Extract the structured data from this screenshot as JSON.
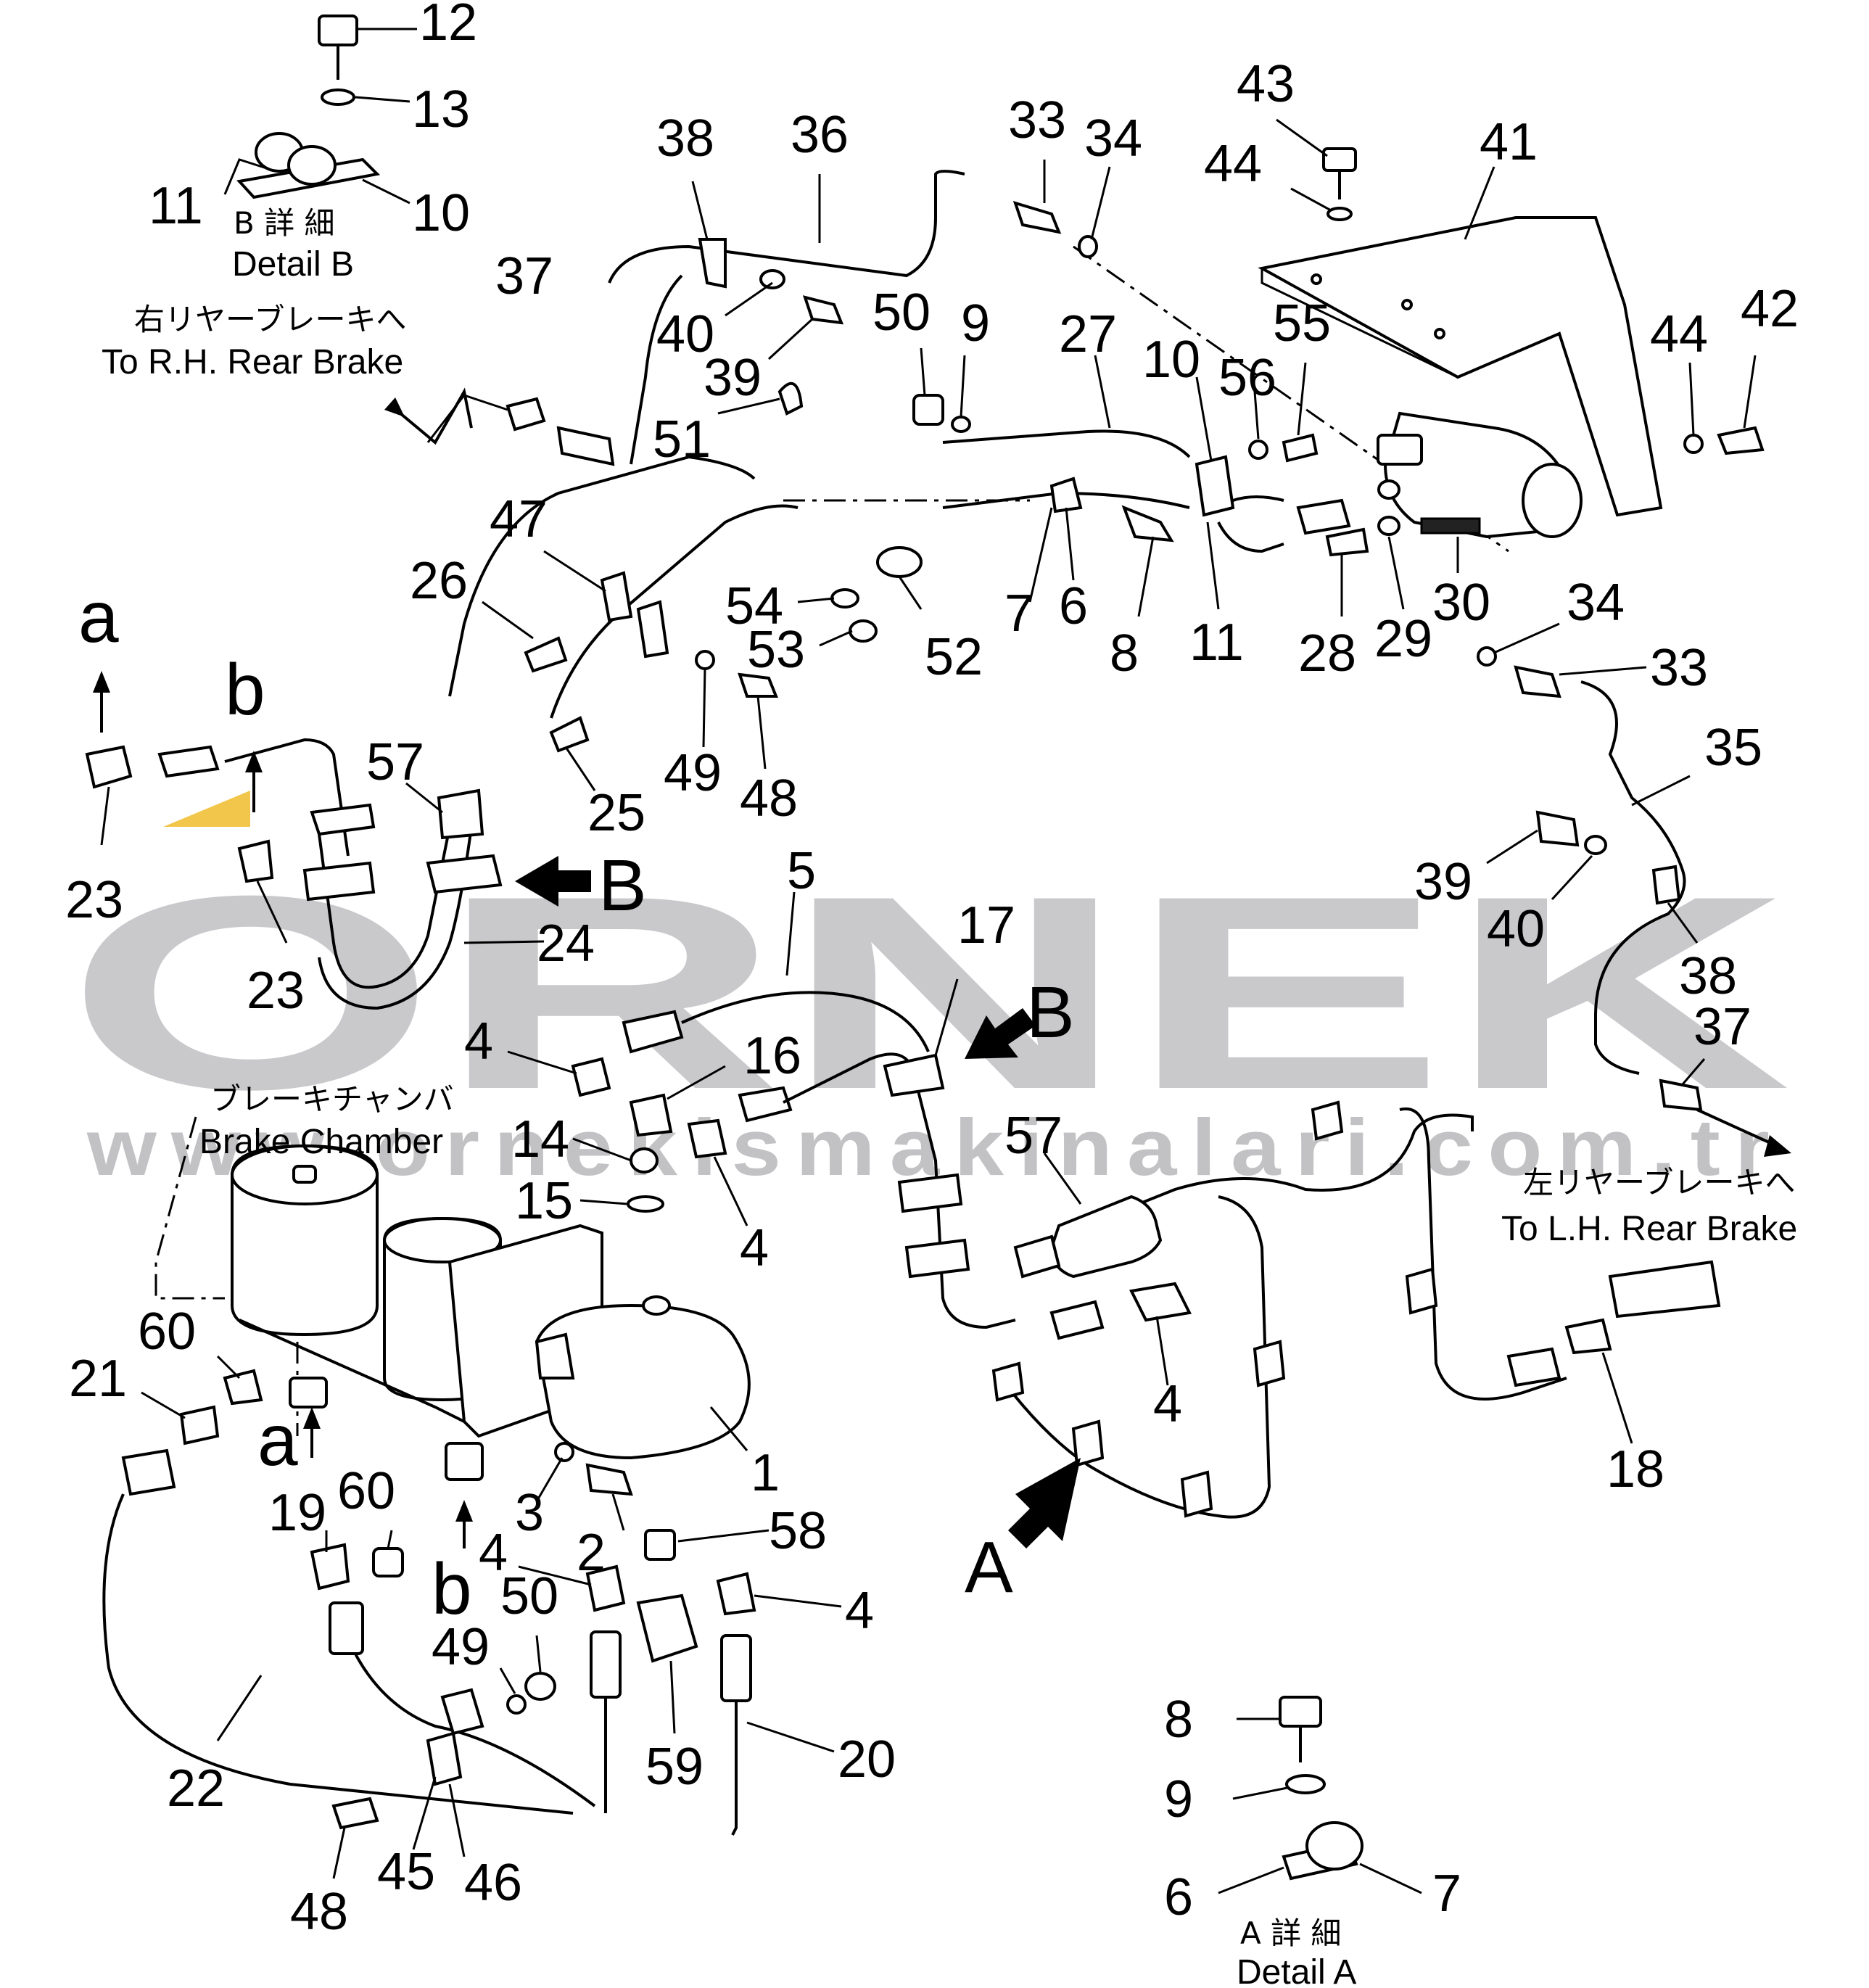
{
  "watermark": {
    "brand": "ORNEK",
    "url": "www.ornekismakinalari.com.tr",
    "accent_color": "#f2c64a",
    "text_color": "#c9c9cc"
  },
  "captions": {
    "detail_b_jp": "B 詳 細",
    "detail_b": "Detail B",
    "detail_a_jp": "A 詳 細",
    "detail_a": "Detail A",
    "rh_rear_jp": "右リヤーブレーキへ",
    "rh_rear": "To R.H. Rear Brake",
    "lh_rear_jp": "左リヤーブレーキへ",
    "lh_rear": "To L.H. Rear Brake",
    "brake_chamber_jp": "ブレーキチャンバ",
    "brake_chamber": "Brake Chamber"
  },
  "view_letters": {
    "a_top": "a",
    "b_top": "b",
    "a_bottom": "a",
    "b_bottom": "b",
    "arrow_b_left": "B",
    "arrow_b_mid": "B",
    "arrow_a": "A"
  },
  "callouts": [
    "12",
    "13",
    "10",
    "11",
    "37",
    "38",
    "36",
    "40",
    "39",
    "51",
    "33",
    "34",
    "50",
    "9",
    "27",
    "10",
    "56",
    "55",
    "43",
    "44",
    "41",
    "44",
    "42",
    "47",
    "26",
    "54",
    "53",
    "52",
    "7",
    "6",
    "8",
    "11",
    "28",
    "29",
    "30",
    "34",
    "33",
    "35",
    "a",
    "b",
    "23",
    "57",
    "25",
    "49",
    "48",
    "23",
    "24",
    "5",
    "39",
    "40",
    "38",
    "37",
    "17",
    "4",
    "16",
    "14",
    "15",
    "4",
    "57",
    "60",
    "21",
    "1",
    "3",
    "2",
    "19",
    "60",
    "58",
    "4",
    "50",
    "4",
    "49",
    "59",
    "20",
    "22",
    "48",
    "45",
    "46",
    "4",
    "18",
    "8",
    "9",
    "6",
    "7"
  ]
}
